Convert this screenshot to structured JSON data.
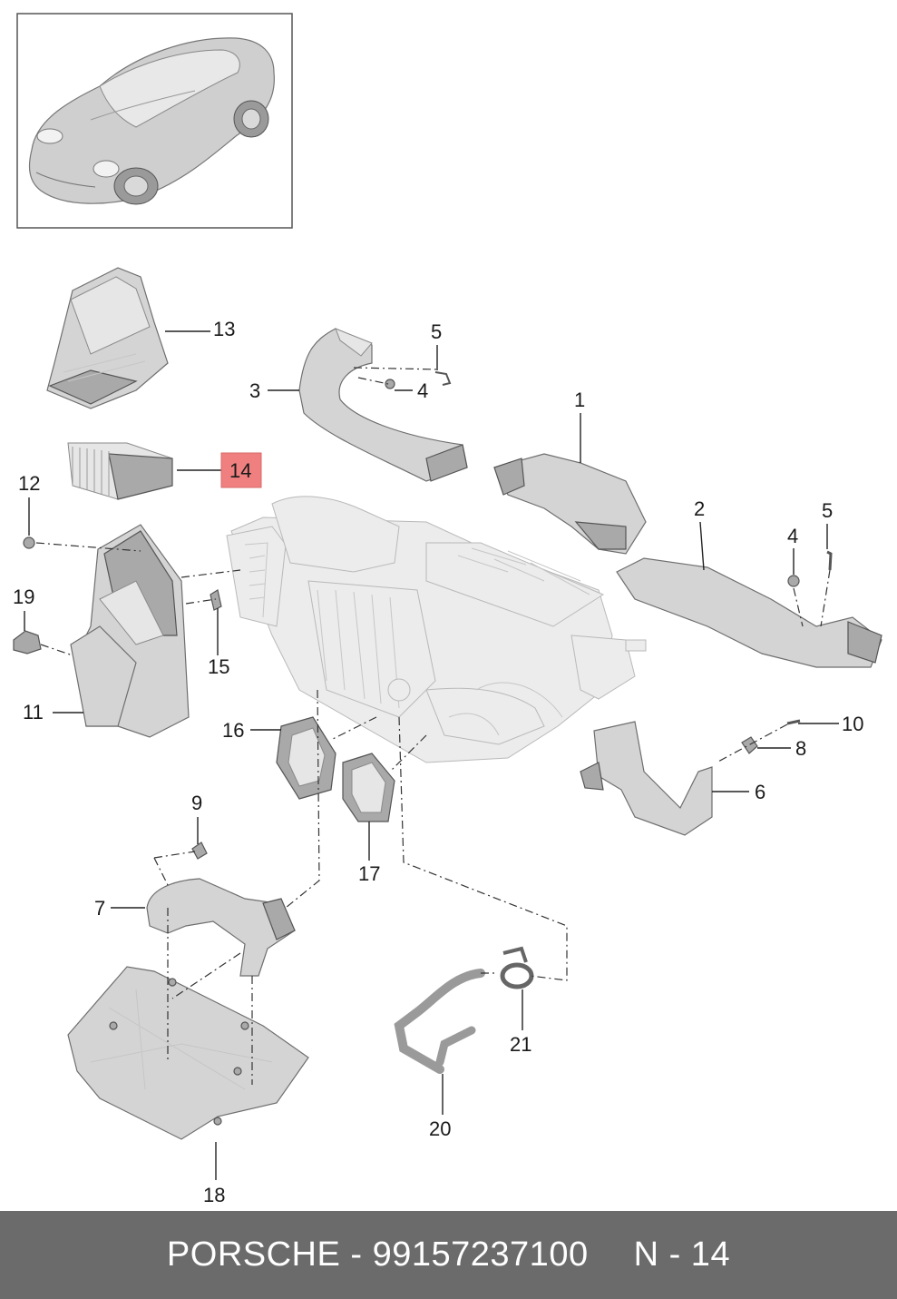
{
  "callouts": {
    "c1": "1",
    "c2": "2",
    "c3": "3",
    "c4a": "4",
    "c4b": "4",
    "c5a": "5",
    "c5b": "5",
    "c6": "6",
    "c7": "7",
    "c8": "8",
    "c9": "9",
    "c10": "10",
    "c11": "11",
    "c12": "12",
    "c13": "13",
    "c14": "14",
    "c15": "15",
    "c16": "16",
    "c17": "17",
    "c18": "18",
    "c19": "19",
    "c20": "20",
    "c21": "21"
  },
  "highlight": {
    "part": "14",
    "color": "#f08080"
  },
  "footer": {
    "brand_part": "PORSCHE - 99157237100",
    "page_ref": "N - 14",
    "background": "#6b6b6b"
  },
  "icons": {
    "car": "porsche-911-car-icon"
  }
}
